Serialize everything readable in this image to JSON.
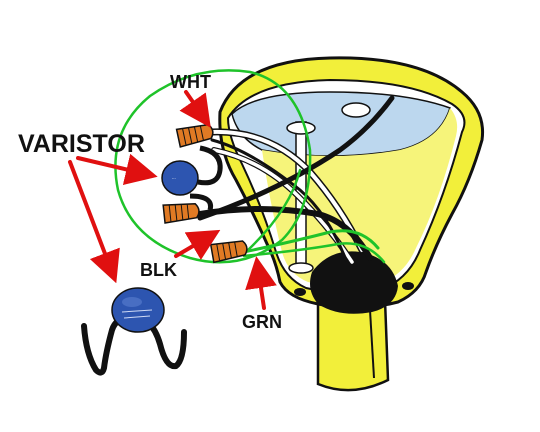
{
  "labels": {
    "varistor": "VARISTOR",
    "wht": "WHT",
    "blk": "BLK",
    "grn": "GRN"
  },
  "colors": {
    "fixture_yellow": "#f2ef3a",
    "fixture_dark": "#c8c41c",
    "canopy_inside": "#bcd7ee",
    "arrow_red": "#e01010",
    "wire_green": "#1fc32a",
    "wire_black": "#111111",
    "wire_white": "#ffffff",
    "wire_nut": "#e07a24",
    "varistor_blue": "#2d55b0"
  },
  "icons": [
    "varistor-component-icon",
    "wire-nut-icon",
    "ceiling-fixture-canopy-icon"
  ]
}
